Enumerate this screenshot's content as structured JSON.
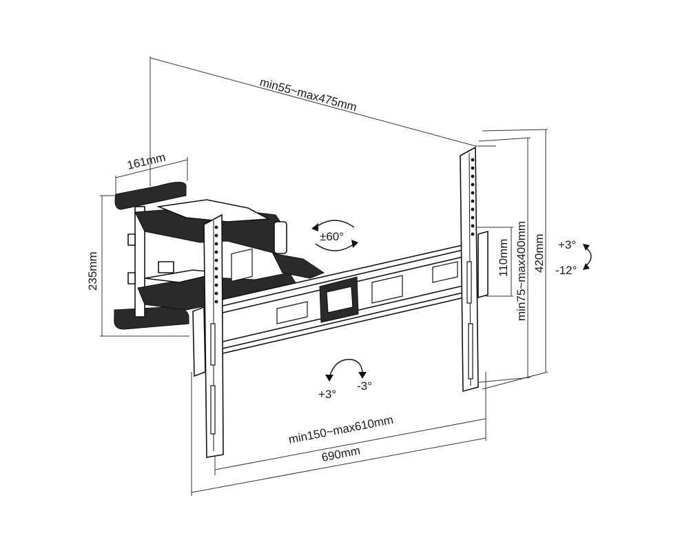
{
  "diagram": {
    "labels": {
      "depth": "min55~max475mm",
      "wall_plate_width": "161mm",
      "wall_plate_height": "235mm",
      "swivel": "±60°",
      "vesa_vertical_min": "110mm",
      "vesa_vertical": "min75~max400mm",
      "bracket_height": "420mm",
      "tilt_up": "+3°",
      "tilt_down": "-12°",
      "level_plus": "+3°",
      "level_minus": "-3°",
      "vesa_horizontal": "min150~max610mm",
      "bracket_width": "690mm"
    },
    "colors": {
      "line": "#333333",
      "metal_fill": "#2a2a2a",
      "background": "#ffffff"
    }
  }
}
